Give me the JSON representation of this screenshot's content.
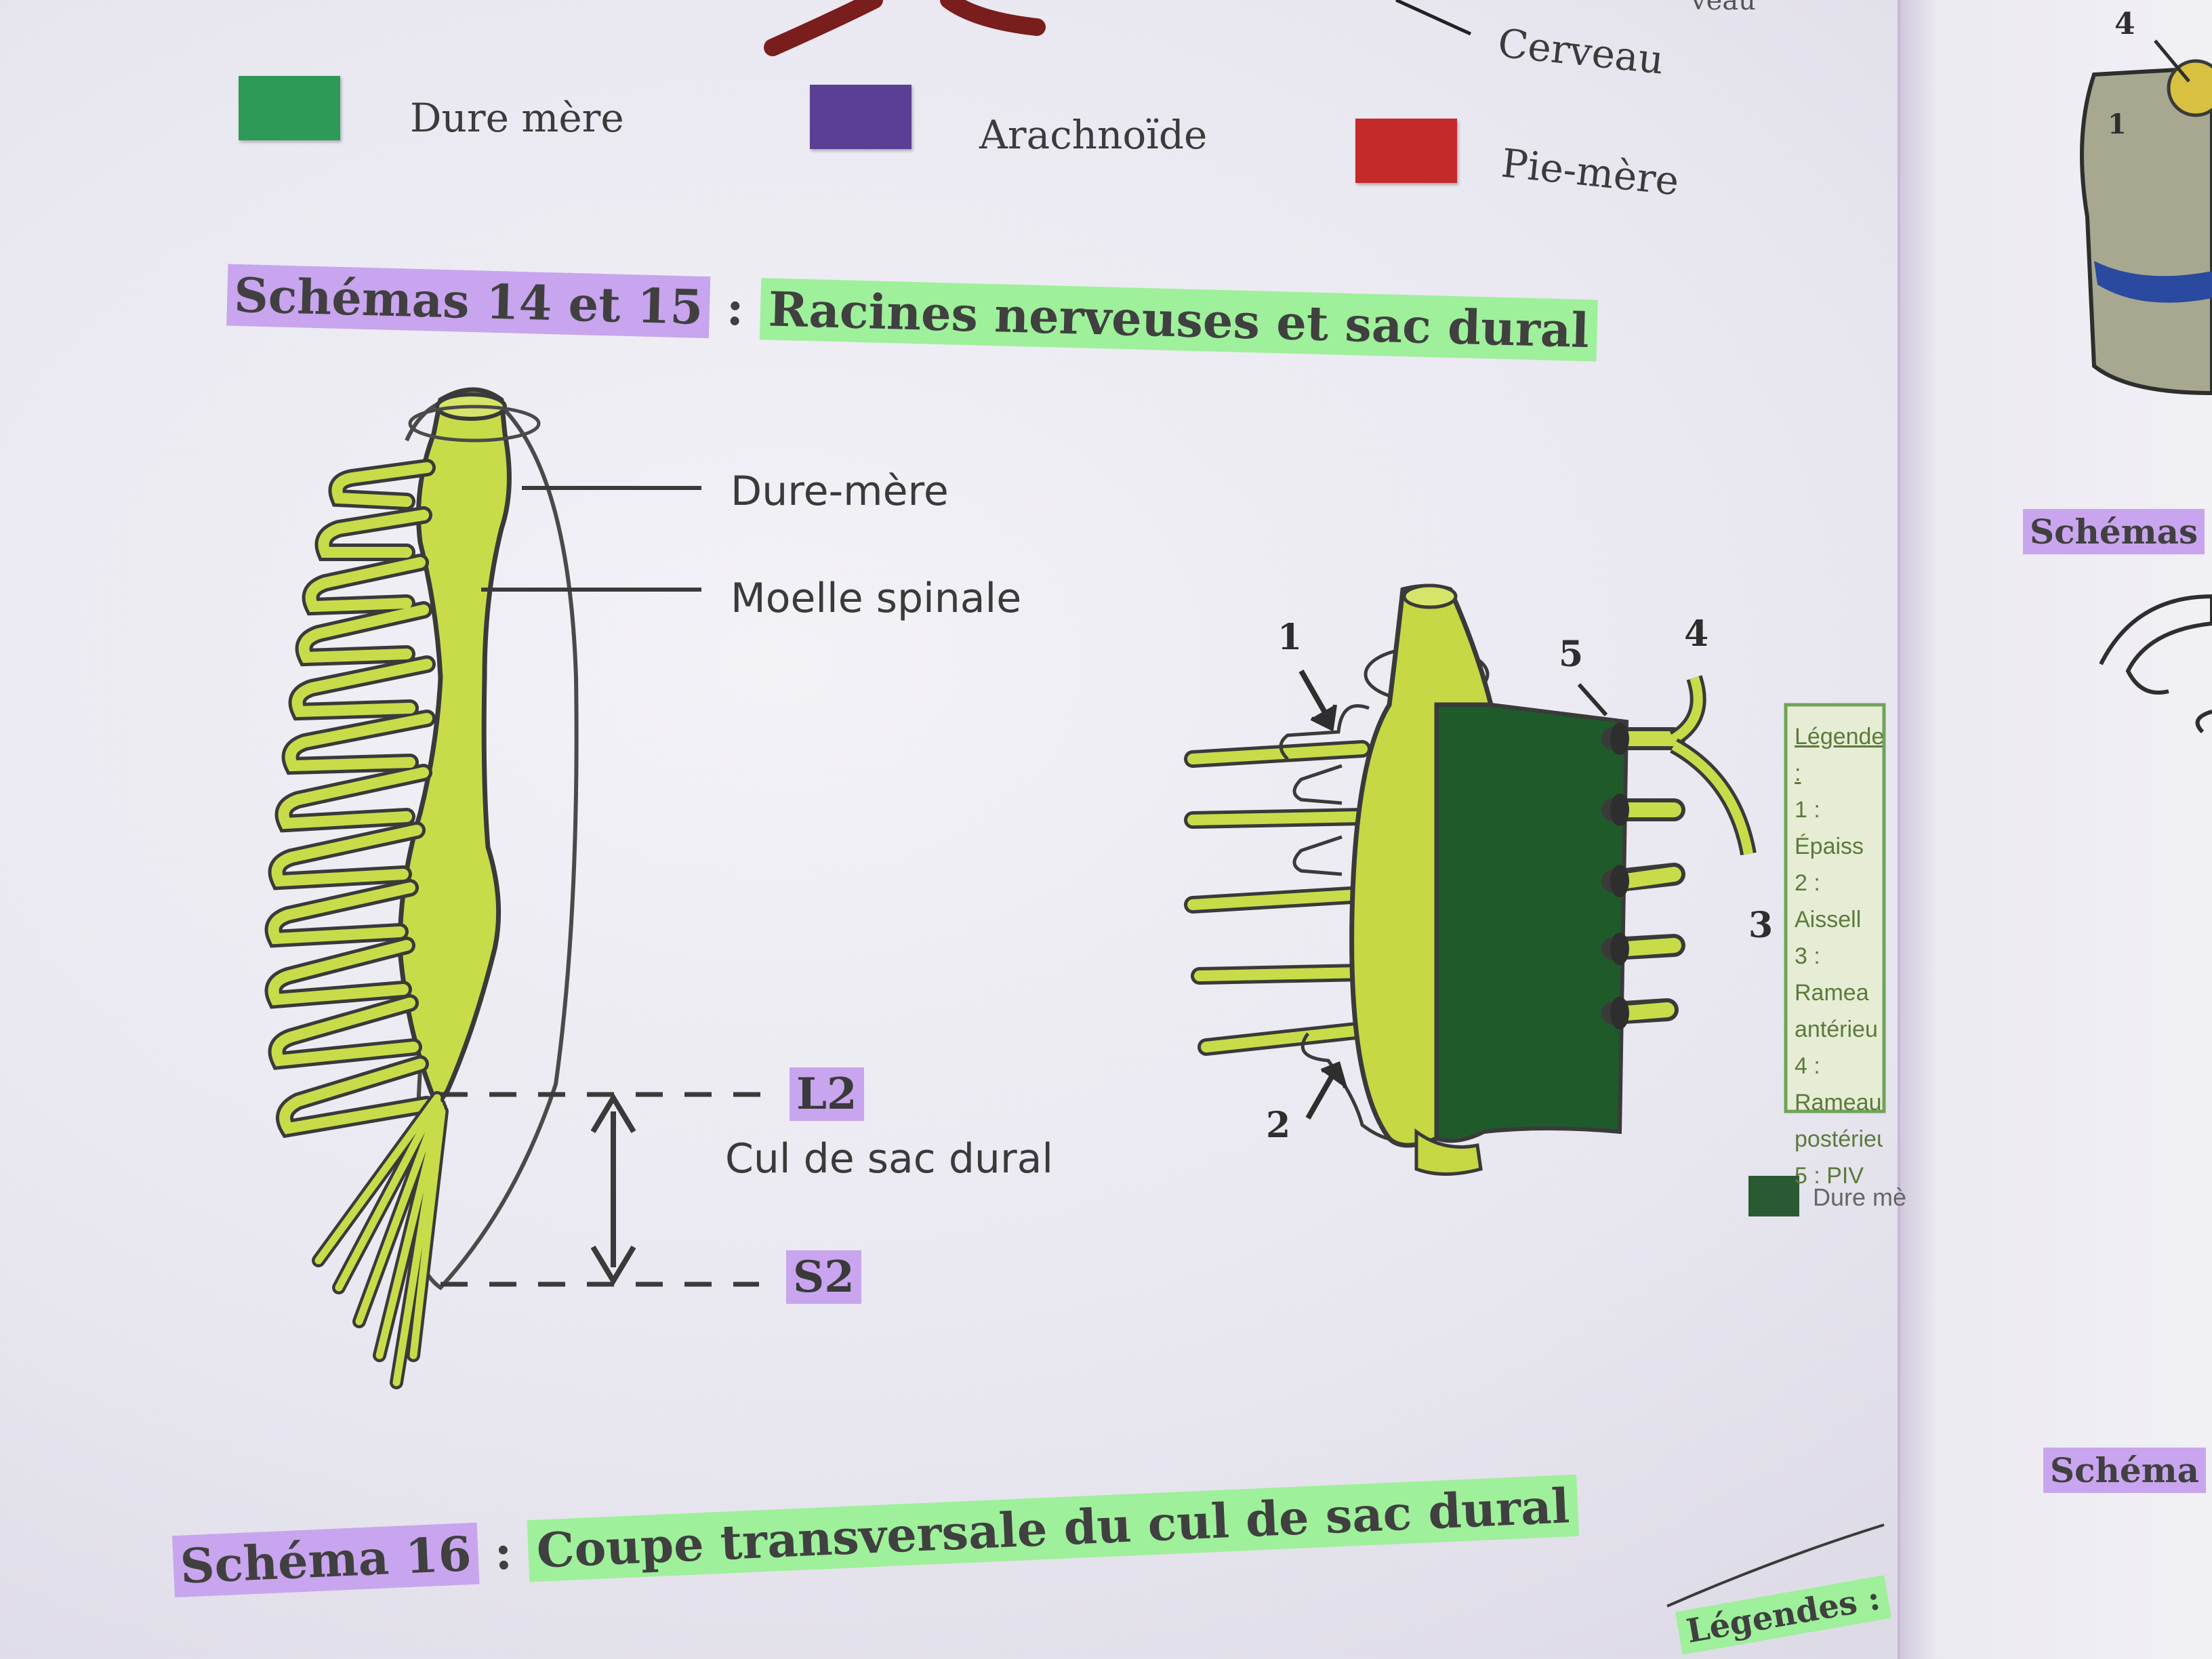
{
  "legend": {
    "items": [
      {
        "label": "Dure mère",
        "color": "#2e9a57"
      },
      {
        "label": "Arachnoïde",
        "color": "#5b3f94"
      },
      {
        "label": "Pie-mère",
        "color": "#c42a2a"
      }
    ],
    "top_label_brain": "Cerveau",
    "top_label_partial": "veau"
  },
  "section_14_15": {
    "number": "Schémas 14 et 15",
    "separator": ":",
    "title": "Racines nerveuses et sac dural"
  },
  "diagram_left": {
    "labels": {
      "dura": "Dure-mère",
      "spinal_cord": "Moelle spinale",
      "upper_level": "L2",
      "sac": "Cul de sac dural",
      "lower_level": "S2"
    }
  },
  "diagram_right": {
    "numbers": [
      "1",
      "2",
      "3",
      "4",
      "5"
    ],
    "legend_box": {
      "title": "Légendes :",
      "lines": [
        "1 : Épaiss",
        "2 : Aissell",
        "3 : Ramea",
        "antérieu",
        "4 : Rameau",
        "postérieu",
        "5 : PIV"
      ]
    },
    "swatch_label": "Dure mè",
    "colors": {
      "cord": "#c6d843",
      "dura": "#1f5a2b"
    }
  },
  "section_16": {
    "number": "Schéma 16",
    "separator": ":",
    "title": "Coupe transversale du cul de sac dural"
  },
  "bottom_legend": "Légendes :",
  "right_page": {
    "number_4": "4",
    "number_1": "1",
    "schemas_label": "Schémas",
    "schema_label": "Schéma"
  }
}
